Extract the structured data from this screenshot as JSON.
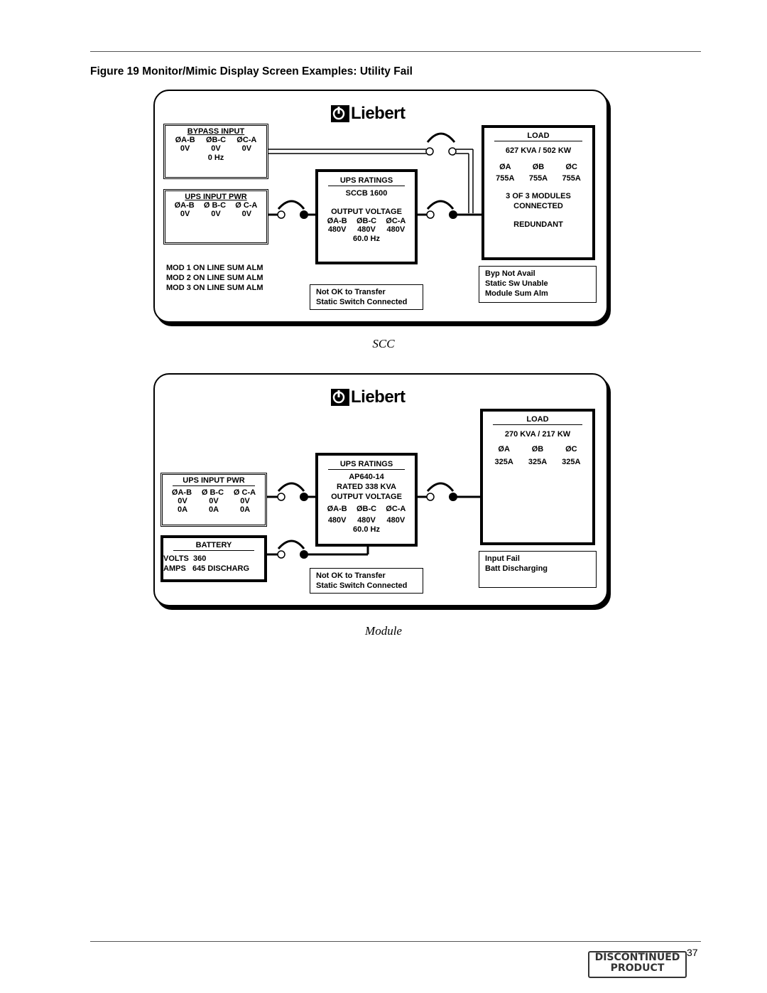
{
  "figure_title": "Figure 19  Monitor/Mimic Display Screen Examples: Utility Fail",
  "brand": "Liebert",
  "scc": {
    "caption": "SCC",
    "bypass_input": {
      "title": "BYPASS INPUT",
      "phases": [
        "ØA-B",
        "ØB-C",
        "ØC-A"
      ],
      "values": [
        "0V",
        "0V",
        "0V"
      ],
      "freq": "0 Hz"
    },
    "ups_input_pwr": {
      "title": "UPS INPUT PWR",
      "phases": [
        "ØA-B",
        "Ø B-C",
        "Ø C-A"
      ],
      "values": [
        "0V",
        "0V",
        "0V"
      ]
    },
    "ups_ratings": {
      "title": "UPS RATINGS",
      "model": "SCCB 1600",
      "output_label": "OUTPUT VOLTAGE",
      "phases": [
        "ØA-B",
        "ØB-C",
        "ØC-A"
      ],
      "values": [
        "480V",
        "480V",
        "480V"
      ],
      "freq": "60.0 Hz"
    },
    "load": {
      "title": "LOAD",
      "power": "627 KVA / 502 KW",
      "phases": [
        "ØA",
        "ØB",
        "ØC"
      ],
      "values": [
        "755A",
        "755A",
        "755A"
      ],
      "modules_line1": "3 OF 3 MODULES",
      "modules_line2": "CONNECTED",
      "status": "REDUNDANT"
    },
    "modules": [
      "MOD 1  ON LINE SUM ALM",
      "MOD 2  ON LINE SUM ALM",
      "MOD 3  ON LINE SUM ALM"
    ],
    "transfer_msg": [
      "Not OK to Transfer",
      "Static Switch Connected"
    ],
    "alarm_msg": [
      "Byp Not Avail",
      "Static Sw Unable",
      "Module Sum Alm"
    ]
  },
  "module": {
    "caption": "Module",
    "ups_input_pwr": {
      "title": "UPS INPUT PWR",
      "phases": [
        "ØA-B",
        "Ø B-C",
        "Ø C-A"
      ],
      "volts": [
        "0V",
        "0V",
        "0V"
      ],
      "amps": [
        "0A",
        "0A",
        "0A"
      ]
    },
    "battery": {
      "title": "BATTERY",
      "volts_line": "VOLTS  360",
      "amps_line": "AMPS   645 DISCHARG"
    },
    "ups_ratings": {
      "title": "UPS RATINGS",
      "model": "AP640-14",
      "rated": "RATED 338 KVA",
      "output_label": "OUTPUT VOLTAGE",
      "phases": [
        "ØA-B",
        "ØB-C",
        "ØC-A"
      ],
      "values": [
        "480V",
        "480V",
        "480V"
      ],
      "freq": "60.0 Hz"
    },
    "load": {
      "title": "LOAD",
      "power": "270 KVA / 217 KW",
      "phases": [
        "ØA",
        "ØB",
        "ØC"
      ],
      "values": [
        "325A",
        "325A",
        "325A"
      ]
    },
    "transfer_msg": [
      "Not OK to Transfer",
      "Static Switch Connected"
    ],
    "alarm_msg": [
      "Input Fail",
      "Batt Discharging"
    ]
  },
  "page_number": "37",
  "stamp": [
    "DISCONTINUED",
    "PRODUCT"
  ]
}
